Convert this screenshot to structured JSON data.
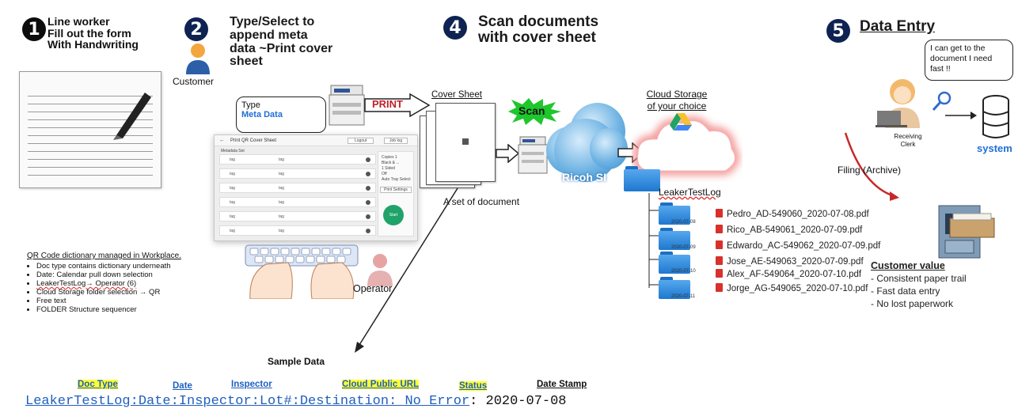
{
  "steps": {
    "step1": {
      "num": "1",
      "title_lines": [
        "Line worker",
        "Fill out the form",
        "With Handwriting"
      ]
    },
    "step2": {
      "num": "2",
      "title_lines": [
        "Type/Select to",
        "append meta",
        "data ~Print cover",
        "sheet"
      ],
      "actor": "Customer"
    },
    "step4": {
      "num": "4",
      "title_lines": [
        "Scan documents",
        "with cover sheet"
      ]
    },
    "step5": {
      "num": "5",
      "title": "Data Entry"
    }
  },
  "bubbles": {
    "type_label": "Type",
    "meta_label": "Meta Data",
    "clerk_speech": "I can get to the document I need fast !!"
  },
  "ui": {
    "title": "Print QR Cover Sheet",
    "header_left": "Logout",
    "header_right": "Job log",
    "section_label": "Metadata Set",
    "rows": [
      {
        "a": "tag",
        "b": "tag"
      },
      {
        "a": "tag",
        "b": "tag"
      },
      {
        "a": "tag",
        "b": "tag"
      },
      {
        "a": "tag",
        "b": "tag"
      },
      {
        "a": "tag",
        "b": "tag"
      },
      {
        "a": "tag",
        "b": "tag"
      }
    ],
    "side_items": [
      "Copies 1",
      "Black & ...",
      "1 Sided",
      "Off",
      "Auto Tray Select"
    ],
    "print_settings": "Print Settings",
    "start": "Start"
  },
  "labels": {
    "print": "PRINT",
    "cover_sheet": "Cover Sheet",
    "scan": "Scan",
    "a_set_of_document": "A set of document",
    "cloud_name": "Ricoh SI",
    "cloud_storage_line1": "Cloud Storage",
    "cloud_storage_line2": "of your choice",
    "operator": "Operator",
    "receiving_clerk": "Receiving Clerk",
    "system": "system",
    "filing": "Filing (Archive)",
    "sample_data": "Sample Data"
  },
  "folders": {
    "root": "LeakerTestLog",
    "dates": [
      "2020-07-08",
      "2020-07-09",
      "2020-07-10",
      "2020-07-11"
    ],
    "files": [
      "Pedro_AD-549060_2020-07-08.pdf",
      "Rico_AB-549061_2020-07-09.pdf",
      "Edwardo_AC-549062_2020-07-09.pdf",
      "Jose_AE-549063_2020-07-09.pdf",
      "Alex_AF-549064_2020-07-10.pdf",
      "Jorge_AG-549065_2020-07-10.pdf"
    ]
  },
  "notes": {
    "title": "QR Code dictionary managed in Workplace.",
    "items": [
      "Doc type contains dictionary underneath",
      "Date: Calendar pull down selection",
      "LeakerTestLog→ Operator (6)",
      "Cloud Storage folder selection → QR",
      "Free text",
      "FOLDER Structure sequencer"
    ]
  },
  "customer_value": {
    "title": "Customer value",
    "items": [
      "- Consistent paper trail",
      "- Fast data entry",
      "- No lost paperwork"
    ]
  },
  "sample": {
    "headers": [
      "Doc Type",
      "Date",
      "Inspector",
      "Cloud Public URL",
      "Status",
      "Date Stamp"
    ],
    "line_blue": "LeakerTestLog:Date:Inspector:Lot#:Destination: No Error",
    "line_black": ": 2020-07-08"
  },
  "colors": {
    "step_circle": "#0d0d0d",
    "step5_circle": "#0f2352",
    "meta_blue": "#1f6fd6",
    "scan_green": "#1ec72c",
    "cloud_blue": "#3b8fcf",
    "print_red": "#c0212a",
    "highlight": "#ffff33",
    "start_green": "#1fa36b"
  }
}
